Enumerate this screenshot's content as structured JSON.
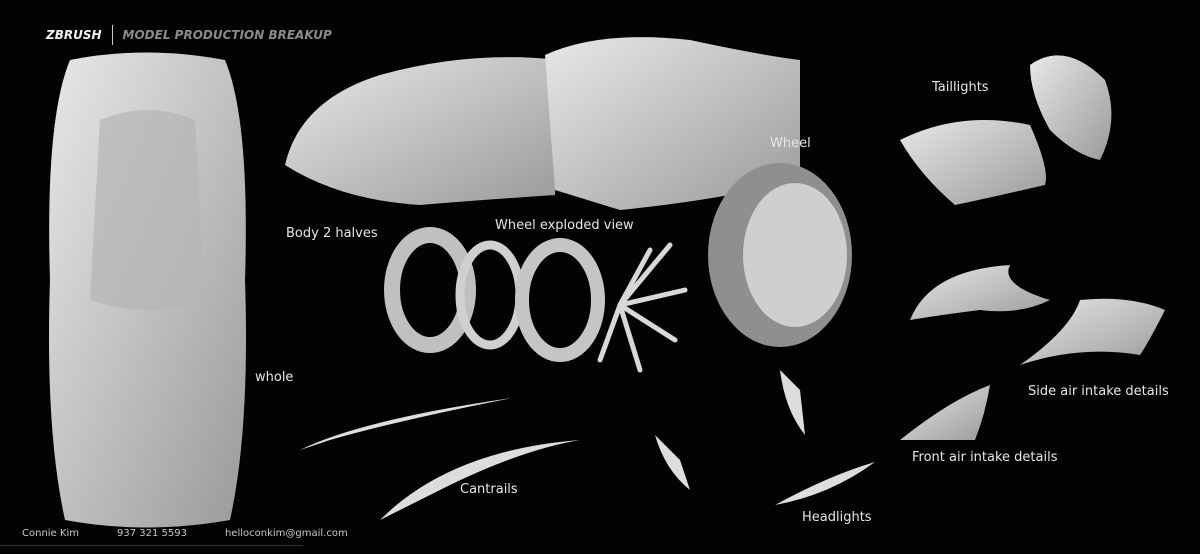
{
  "header": {
    "brand": "ZBRUSH",
    "subtitle": "MODEL PRODUCTION BREAKUP"
  },
  "labels": {
    "whole": "whole",
    "body": "Body 2 halves",
    "wheel_exploded": "Wheel exploded view",
    "wheel": "Wheel",
    "taillights": "Taillights",
    "side_air": "Side air intake details",
    "front_air": "Front air intake details",
    "cantrails": "Cantrails",
    "headlights": "Headlights"
  },
  "footer": {
    "name": "Connie Kim",
    "phone": "937 321 5593",
    "email": "helloconkim@gmail.com"
  },
  "colors": {
    "background": "#030303",
    "model": "#c9c9c9"
  }
}
